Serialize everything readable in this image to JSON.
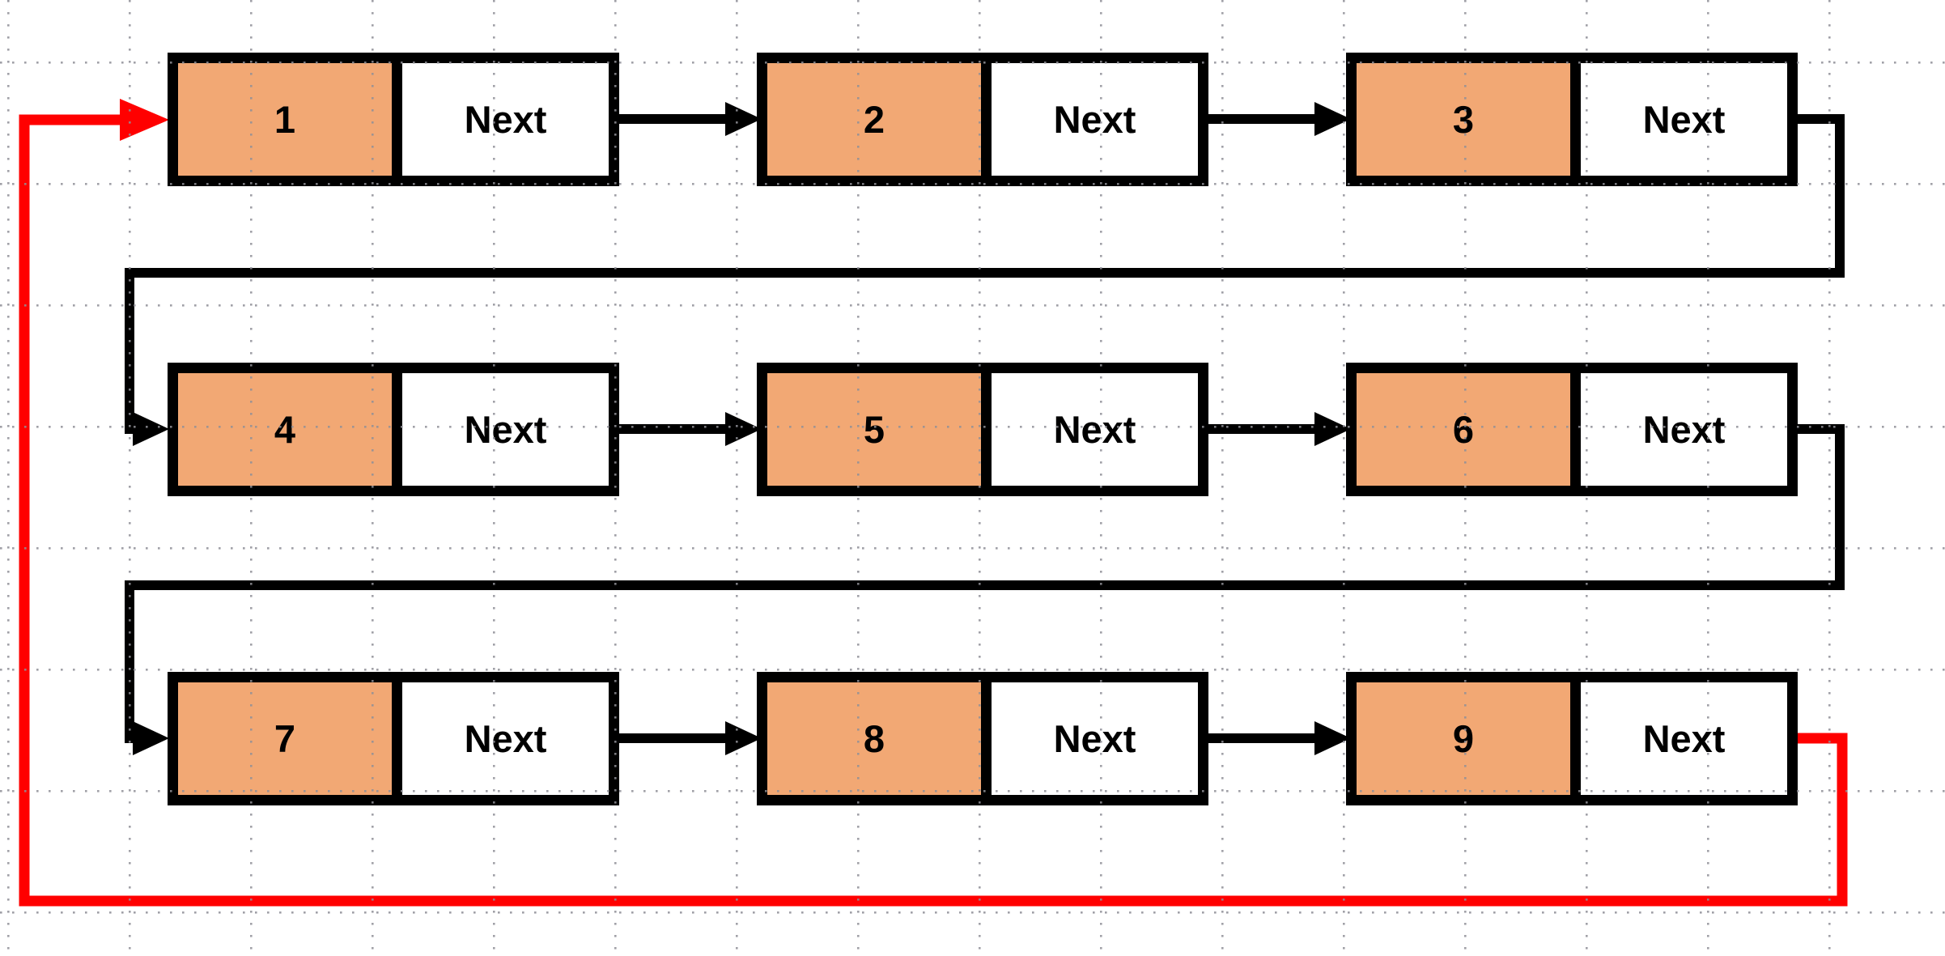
{
  "colors": {
    "node-fill": "#F2A874",
    "line": "#000000",
    "loop": "#FF0000",
    "grid-dot": "#8F8F97",
    "background": "#FFFFFF",
    "text": "#000000"
  },
  "diagram": {
    "nodes": [
      {
        "value": "1",
        "pointer_label": "Next"
      },
      {
        "value": "2",
        "pointer_label": "Next"
      },
      {
        "value": "3",
        "pointer_label": "Next"
      },
      {
        "value": "4",
        "pointer_label": "Next"
      },
      {
        "value": "5",
        "pointer_label": "Next"
      },
      {
        "value": "6",
        "pointer_label": "Next"
      },
      {
        "value": "7",
        "pointer_label": "Next"
      },
      {
        "value": "8",
        "pointer_label": "Next"
      },
      {
        "value": "9",
        "pointer_label": "Next"
      }
    ]
  }
}
